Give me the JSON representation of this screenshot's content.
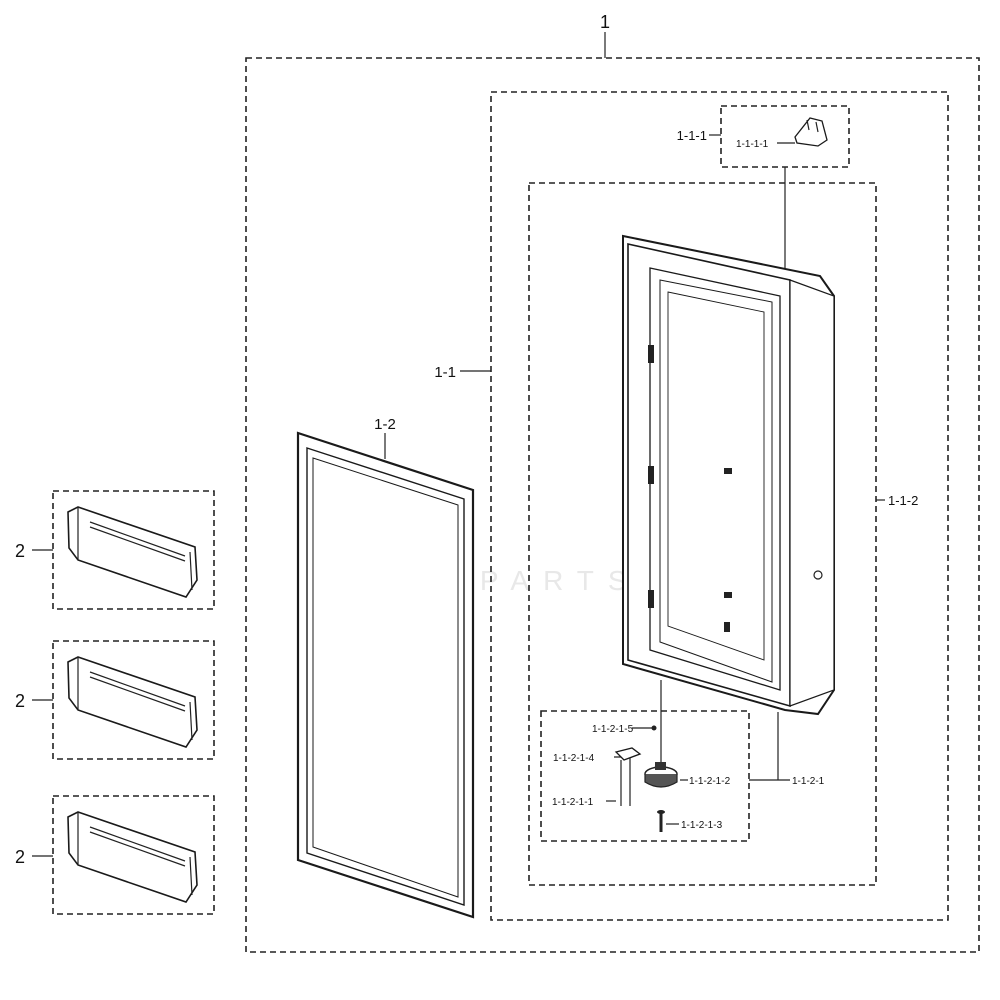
{
  "labels": {
    "assembly": "1",
    "door": "1-1",
    "gasket": "1-2",
    "bracket_group": "1-1-1",
    "bracket": "1-1-1-1",
    "door_foam": "1-1-2",
    "hinge_group": "1-1-2-1",
    "hinge_cap": "1-1-2-1-2",
    "hinge_screw": "1-1-2-1-3",
    "hinge_bracket": "1-1-2-1-4",
    "hinge_pin": "1-1-2-1-5",
    "hinge_bolt": "1-1-2-1-1",
    "bin_1": "2",
    "bin_2": "2",
    "bin_3": "2"
  },
  "watermark": "LEADSPARTS",
  "icons": [
    "door-gasket-icon",
    "door-panel-icon",
    "door-bin-icon",
    "hinge-icon",
    "bracket-icon",
    "screw-icon"
  ]
}
